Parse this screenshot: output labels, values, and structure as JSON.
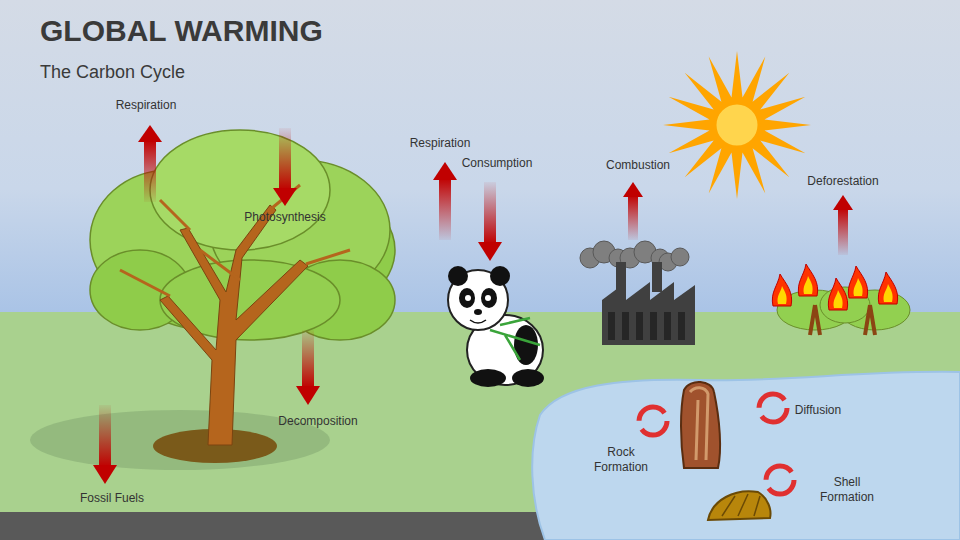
{
  "diagram": {
    "title": "GLOBAL WARMING",
    "caption": "The Carbon Cycle",
    "labels": [
      "Respiration",
      "Photosynthesis",
      "Decomposition",
      "Fossil Fuels",
      "Respiration",
      "Consumption",
      "Combustion",
      "Deforestation",
      "Rock Formation",
      "Diffusion",
      "Shell Formation"
    ]
  }
}
